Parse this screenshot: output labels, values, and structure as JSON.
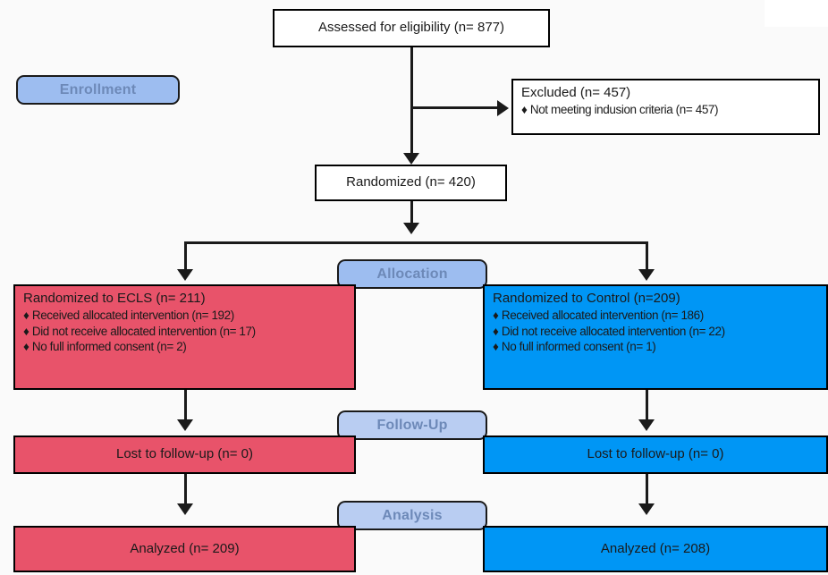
{
  "diagram": {
    "type": "consort-flow-diagram",
    "background_color": "#fafafa",
    "colors": {
      "intervention_arm": "#e8536a",
      "control_arm": "#0096f5",
      "stage_badge_dark": "#9dbdf0",
      "stage_badge_light": "#b9cdf2",
      "stage_badge_text": "#6d89b8",
      "connector": "#1a1a1a",
      "box_border": "#000000"
    }
  },
  "stages": {
    "enrollment": "Enrollment",
    "allocation": "Allocation",
    "followup": "Follow-Up",
    "analysis": "Analysis"
  },
  "enrollment": {
    "assessed": "Assessed for eligibility (n= 877)",
    "excluded_title": "Excluded  (n= 457)",
    "excluded_reasons": [
      "♦ Not meeting indusion criteria (n= 457)"
    ],
    "randomized": "Randomized (n= 420)"
  },
  "allocation": {
    "ecls": {
      "title": "Randomized to ECLS (n= 211)",
      "items": [
        "♦ Received allocated intervention (n= 192)",
        "♦ Did not receive allocated intervention (n= 17)",
        "♦ No full informed consent (n= 2)"
      ]
    },
    "control": {
      "title": "Randomized to Control (n=209)",
      "items": [
        "♦ Received allocated intervention (n= 186)",
        "♦ Did not receive allocated intervention (n= 22)",
        "♦ No full informed consent (n= 1)"
      ]
    }
  },
  "followup": {
    "ecls": "Lost to follow-up (n= 0)",
    "control": "Lost to follow-up (n= 0)"
  },
  "analysis": {
    "ecls": "Analyzed  (n= 209)",
    "control": "Analyzed  (n= 208)"
  },
  "chart_data": {
    "type": "diagram",
    "title": "CONSORT participant flow",
    "nodes": [
      {
        "id": "assessed",
        "stage": "Enrollment",
        "label": "Assessed for eligibility (n= 877)",
        "n": 877
      },
      {
        "id": "excluded",
        "stage": "Enrollment",
        "label": "Excluded  (n= 457)",
        "n": 457
      },
      {
        "id": "excluded_reason",
        "stage": "Enrollment",
        "label": "Not meeting indusion criteria (n= 457)",
        "n": 457
      },
      {
        "id": "randomized",
        "stage": "Enrollment",
        "label": "Randomized (n= 420)",
        "n": 420
      },
      {
        "id": "alloc_ecls",
        "stage": "Allocation",
        "label": "Randomized to ECLS (n= 211)",
        "n": 211
      },
      {
        "id": "alloc_control",
        "stage": "Allocation",
        "label": "Randomized to Control (n=209)",
        "n": 209
      },
      {
        "id": "fu_ecls",
        "stage": "Follow-Up",
        "label": "Lost to follow-up (n= 0)",
        "n": 0
      },
      {
        "id": "fu_control",
        "stage": "Follow-Up",
        "label": "Lost to follow-up (n= 0)",
        "n": 0
      },
      {
        "id": "an_ecls",
        "stage": "Analysis",
        "label": "Analyzed  (n= 209)",
        "n": 209
      },
      {
        "id": "an_control",
        "stage": "Analysis",
        "label": "Analyzed  (n= 208)",
        "n": 208
      }
    ],
    "edges": [
      {
        "from": "assessed",
        "to": "excluded"
      },
      {
        "from": "assessed",
        "to": "randomized"
      },
      {
        "from": "randomized",
        "to": "alloc_ecls"
      },
      {
        "from": "randomized",
        "to": "alloc_control"
      },
      {
        "from": "alloc_ecls",
        "to": "fu_ecls"
      },
      {
        "from": "alloc_control",
        "to": "fu_control"
      },
      {
        "from": "fu_ecls",
        "to": "an_ecls"
      },
      {
        "from": "fu_control",
        "to": "an_control"
      }
    ]
  }
}
